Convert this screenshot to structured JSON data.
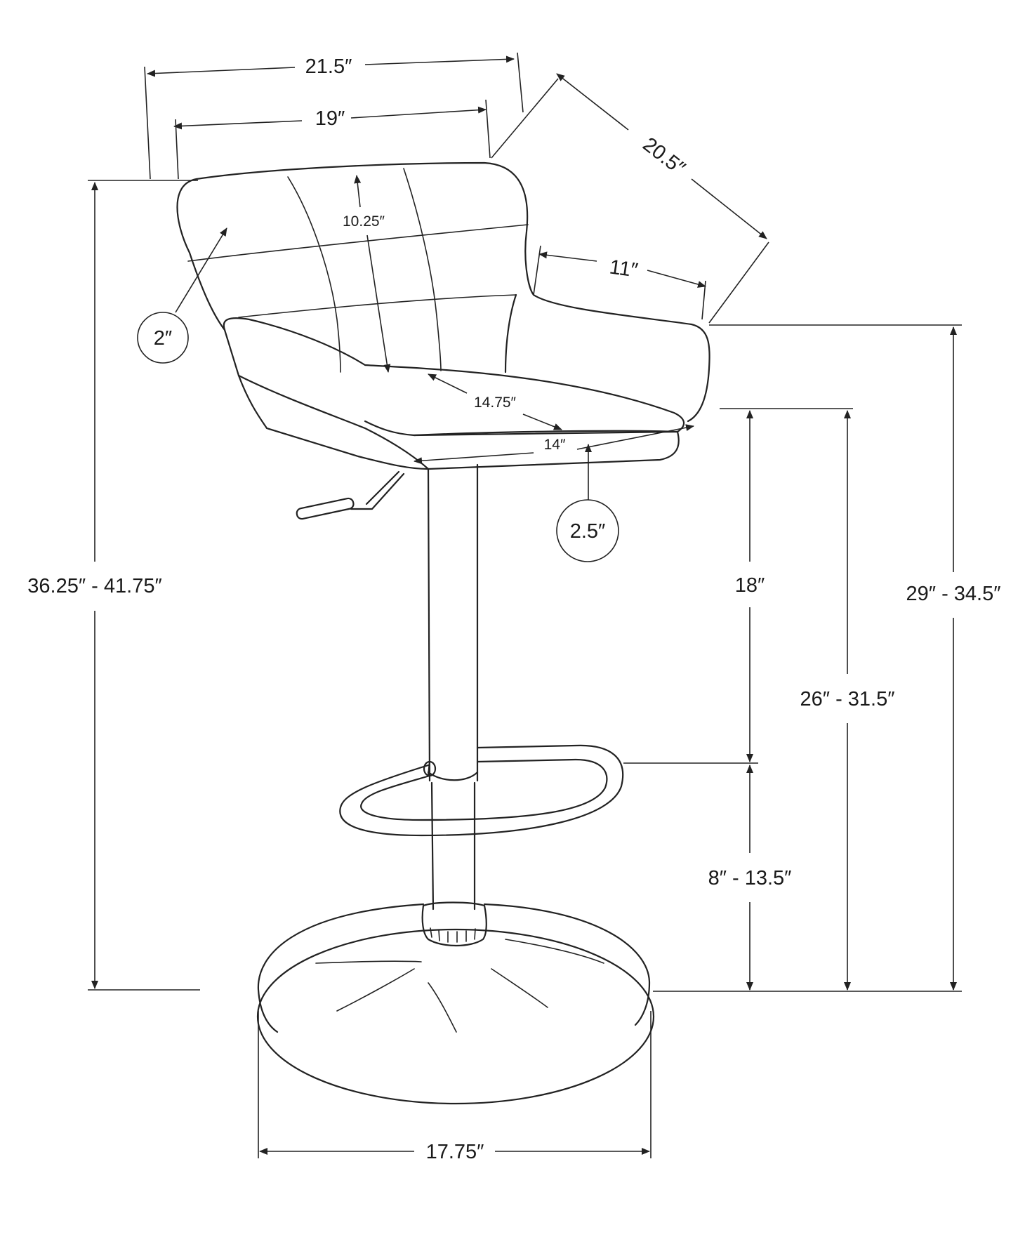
{
  "dimensions": {
    "overall_width": "21.5″",
    "back_width": "19″",
    "depth": "20.5″",
    "back_height": "10.25″",
    "armrest_length": "11″",
    "seat_depth": "14.75″",
    "seat_width": "14″",
    "back_thickness": "2″",
    "seat_thickness": "2.5″",
    "overall_height": "36.25″ - 41.75″",
    "arm_height": "29″ - 34.5″",
    "seat_height": "26″ - 31.5″",
    "seat_to_footrest": "18″",
    "footrest_height": "8″ - 13.5″",
    "base_diameter": "17.75″"
  }
}
